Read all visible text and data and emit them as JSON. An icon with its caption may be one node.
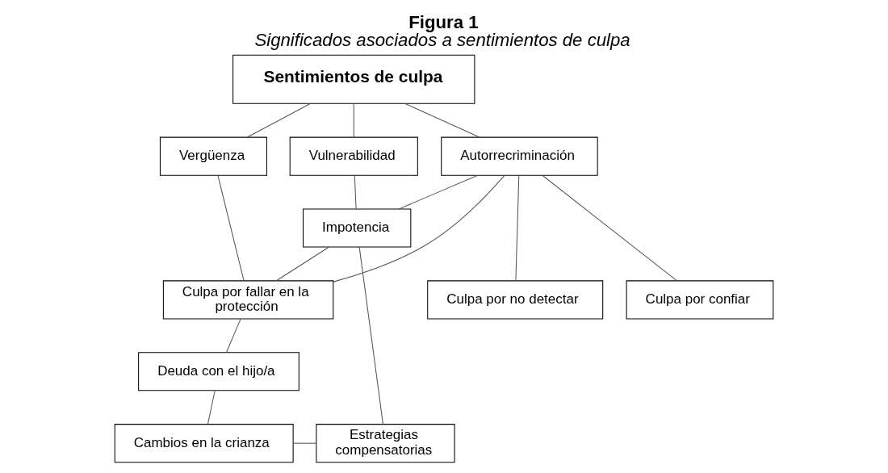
{
  "diagram": {
    "title": "Figura 1",
    "caption": "Significados asociados a sentimientos de culpa",
    "nodes": [
      {
        "text": [
          "Sentimientos de culpa"
        ]
      },
      {
        "text": [
          "Vergüenza"
        ]
      },
      {
        "text": [
          "Autorrecriminación"
        ]
      },
      {
        "text": [
          "Vulnerabilidad"
        ]
      },
      {
        "text": [
          "Impotencia"
        ]
      },
      {
        "text": [
          "Culpa por confiar"
        ]
      },
      {
        "text": [
          "Culpa por no detectar"
        ]
      },
      {
        "text": [
          "Culpa por fallar en la protección"
        ]
      },
      {
        "text": [
          "Deuda con el hijo/a"
        ]
      },
      {
        "text": [
          "Cambios en la crianza"
        ]
      },
      {
        "text": [
          "Estrategias compensatorias"
        ]
      }
    ],
    "edges": [
      {
        "from": 0,
        "to": 1,
        "arrow": "none"
      },
      {
        "from": 0,
        "to": 2,
        "arrow": "none"
      },
      {
        "from": 0,
        "to": 3,
        "arrow": "none"
      },
      {
        "from": 1,
        "to": 7,
        "arrow": "none"
      },
      {
        "from": 2,
        "to": 5,
        "arrow": "none"
      },
      {
        "from": 2,
        "to": 6,
        "arrow": "none"
      },
      {
        "from": 2,
        "to": 7,
        "arrow": "none"
      },
      {
        "from": 2,
        "to": 4,
        "arrow": "none"
      },
      {
        "from": 3,
        "to": 4,
        "arrow": "none"
      },
      {
        "from": 4,
        "to": 7,
        "arrow": "none"
      },
      {
        "from": 4,
        "to": 10,
        "arrow": "none"
      },
      {
        "from": 7,
        "to": 8,
        "arrow": "none"
      },
      {
        "from": 8,
        "to": 9,
        "arrow": "none"
      },
      {
        "from": 9,
        "to": 10,
        "arrow": "none"
      }
    ]
  }
}
